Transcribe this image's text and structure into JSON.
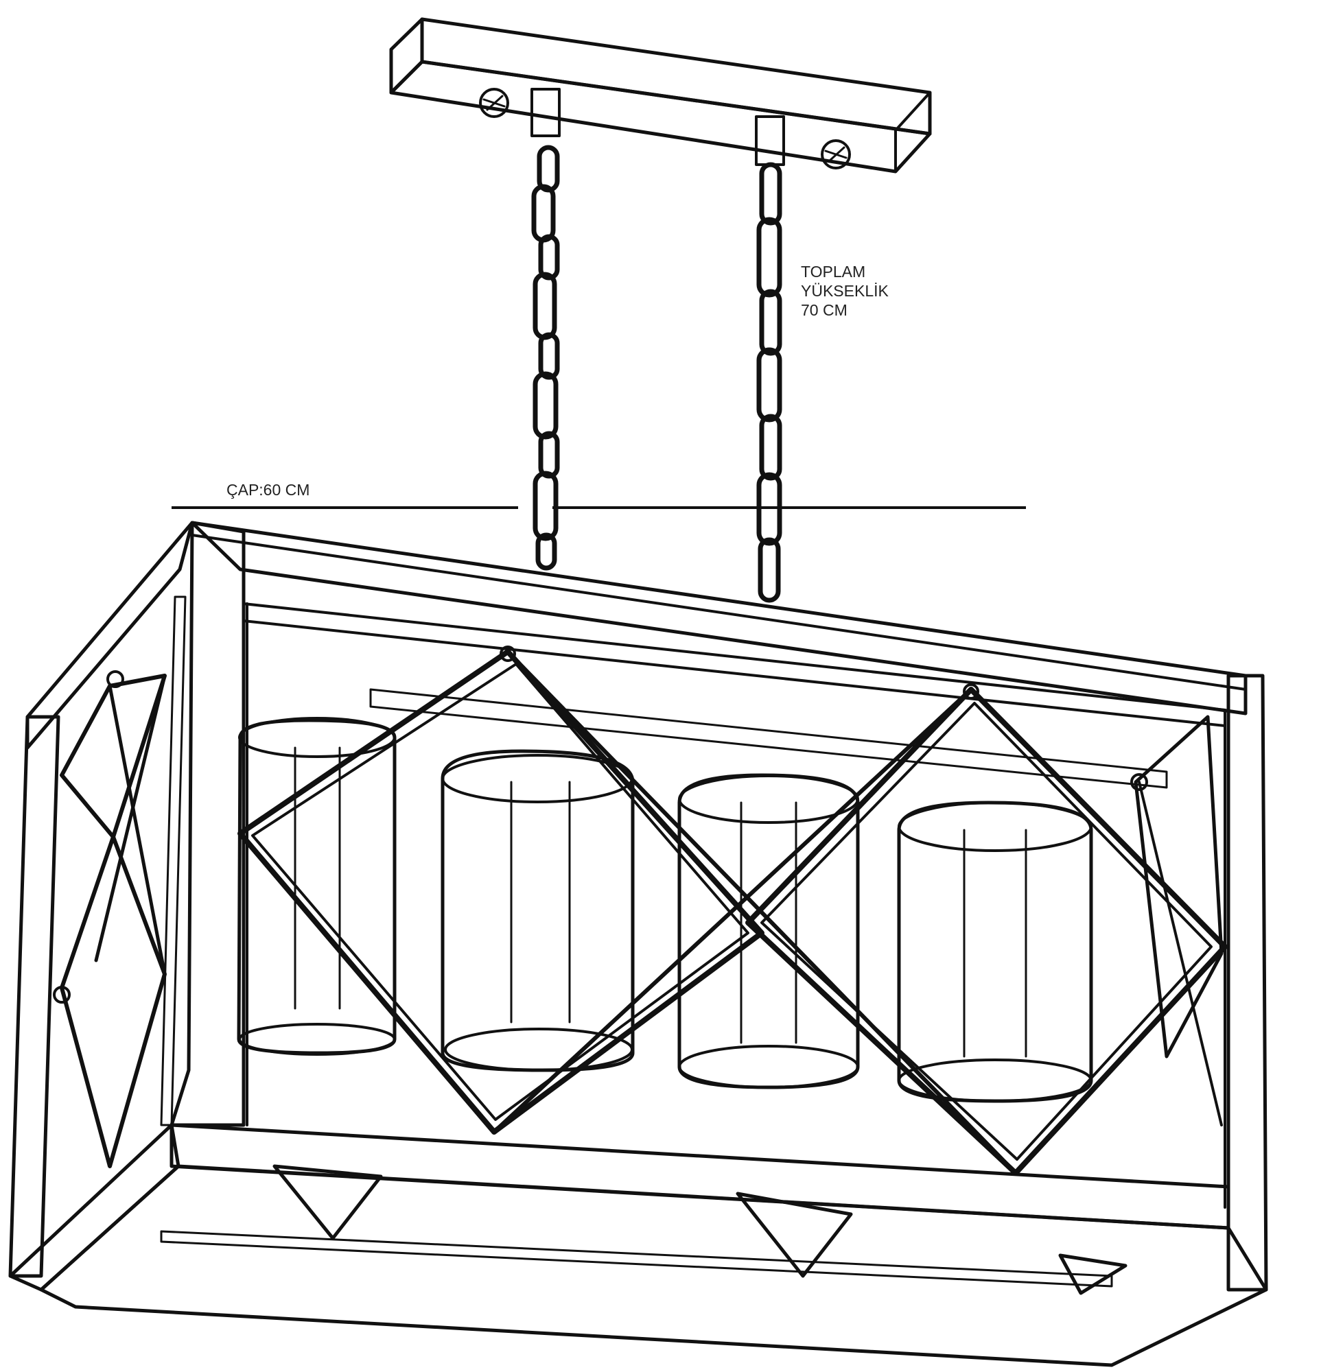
{
  "annotations": {
    "height_label": [
      "TOPLAM",
      "YÜKSEKLİK",
      "70 CM"
    ],
    "diameter_label": "ÇAP:60 CM"
  },
  "drawing": {
    "style": "black-and-white line sketch",
    "subject": "rectangular wooden cage pendant lamp with four cylindrical glass shades hung by two chains from a ceiling bar",
    "shade_count": 4,
    "chain_count": 2
  }
}
